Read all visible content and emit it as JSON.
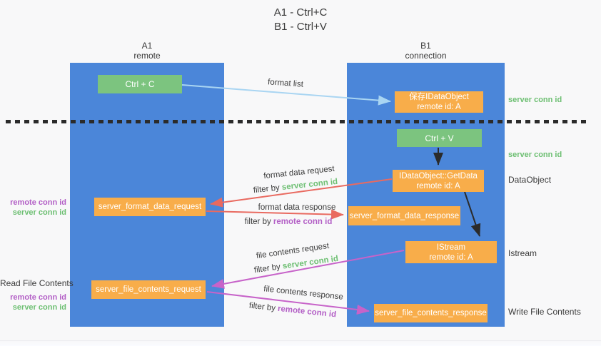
{
  "title": {
    "line1": "A1 - Ctrl+C",
    "line2": "B1 - Ctrl+V"
  },
  "lanes": {
    "left": {
      "title": "A1",
      "subtitle": "remote"
    },
    "right": {
      "title": "B1",
      "subtitle": "connection"
    }
  },
  "nodes": {
    "ctrl_c": {
      "label": "Ctrl + C"
    },
    "ctrl_v": {
      "label": "Ctrl + V"
    },
    "save_dataobject": {
      "line1": "保存IDataObject",
      "line2": "remote id: A"
    },
    "getdata": {
      "line1": "IDataObject::GetData",
      "line2": "remote id: A"
    },
    "istream": {
      "line1": "IStream",
      "line2": "remote id: A"
    },
    "format_request": {
      "label": "server_format_data_request"
    },
    "format_response": {
      "label": "server_format_data_response"
    },
    "file_request": {
      "label": "server_file_contents_request"
    },
    "file_response": {
      "label": "server_file_contents_response"
    }
  },
  "left_labels": {
    "remote_conn_id_1": "remote conn id",
    "server_conn_id_1": "server conn id",
    "read_file_contents": "Read File Contents",
    "remote_conn_id_2": "remote conn id",
    "server_conn_id_2": "server conn id"
  },
  "right_labels": {
    "server_conn_id_top": "server conn id",
    "server_conn_id_mid": "server conn id",
    "dataobject": "DataObject",
    "istream": "Istream",
    "write_file_contents": "Write File Contents"
  },
  "edge_labels": {
    "format_list": "format list",
    "format_data_request": "format data request",
    "filter_prefix_1": "filter by ",
    "filter_server_1": "server conn id",
    "format_data_response": "format data response",
    "filter_prefix_2": "filter by ",
    "filter_remote_2": "remote conn id",
    "file_contents_request": "file contents request",
    "filter_prefix_3": "filter by ",
    "filter_server_3": "server conn id",
    "file_contents_response": "file contents response",
    "filter_prefix_4": "filter by ",
    "filter_remote_4": "remote conn id"
  },
  "colors": {
    "lane_blue": "#4b86d9",
    "node_green": "#7cc47f",
    "node_orange": "#f8ad4a",
    "arrow_lightblue": "#a9d5f2",
    "arrow_red": "#e96a60",
    "arrow_magenta": "#c763c9",
    "arrow_black": "#2b2b2b",
    "text_green": "#6dbf72",
    "text_purple": "#b35fc6",
    "text_dark": "#3a3a3a",
    "background": "#f8f8f9"
  }
}
